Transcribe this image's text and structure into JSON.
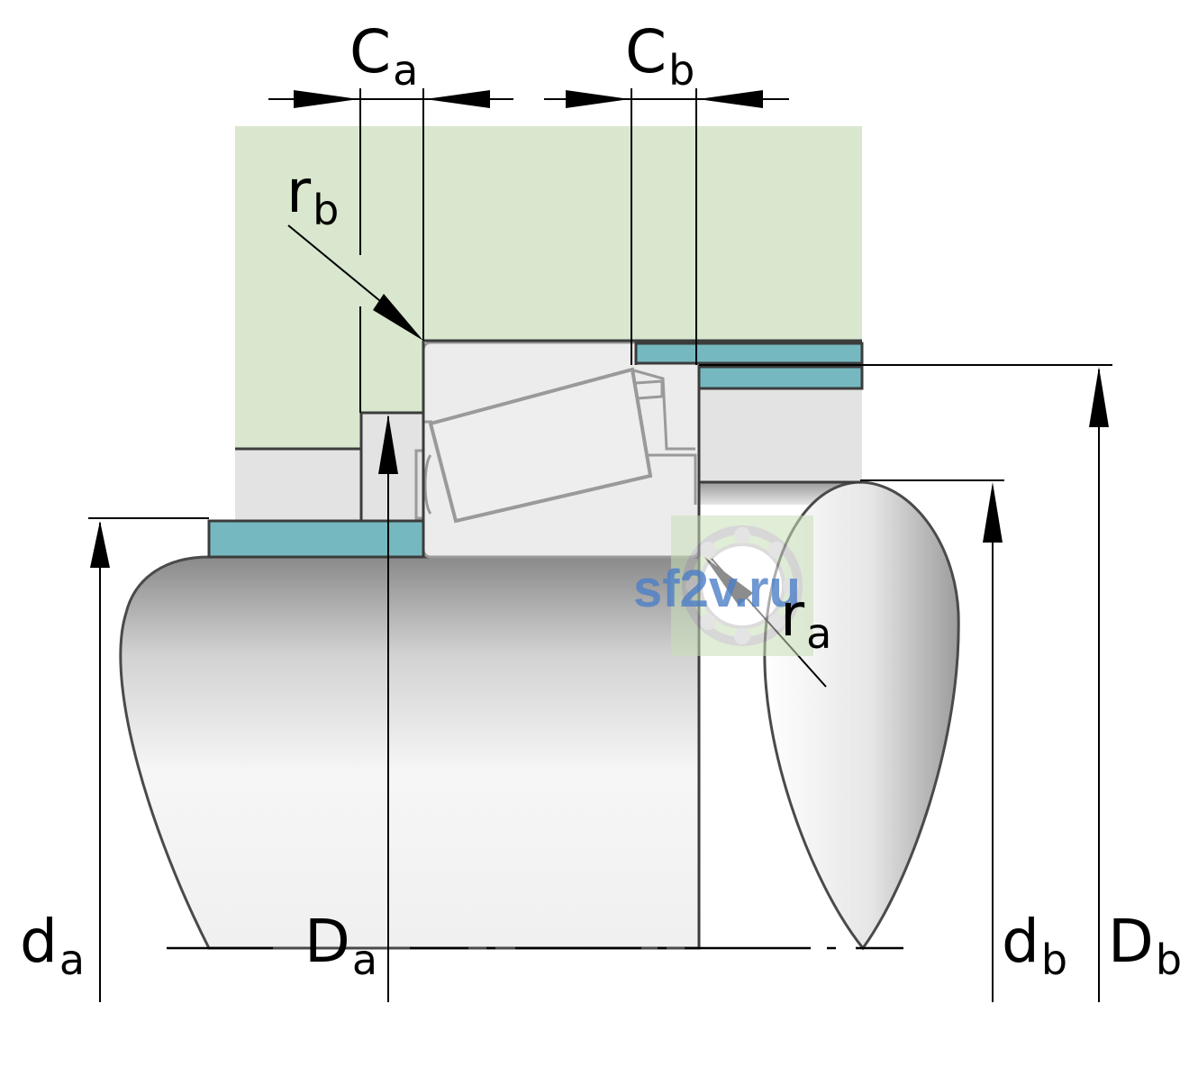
{
  "labels": {
    "Ca": {
      "main": "C",
      "sub": "a"
    },
    "Cb": {
      "main": "C",
      "sub": "b"
    },
    "rb": {
      "main": "r",
      "sub": "b"
    },
    "ra": {
      "main": "r",
      "sub": "a"
    },
    "da": {
      "main": "d",
      "sub": "a"
    },
    "Da": {
      "main": "D",
      "sub": "a"
    },
    "db": {
      "main": "d",
      "sub": "b"
    },
    "Db": {
      "main": "D",
      "sub": "b"
    }
  },
  "watermark": "sf2v.ru",
  "colors": {
    "housing": "#d9e7ce",
    "spacer": "#76b8c0",
    "part_gray": "#e3e3e3",
    "line": "#3c3c3c",
    "bearing_line": "#9a9a9a"
  }
}
